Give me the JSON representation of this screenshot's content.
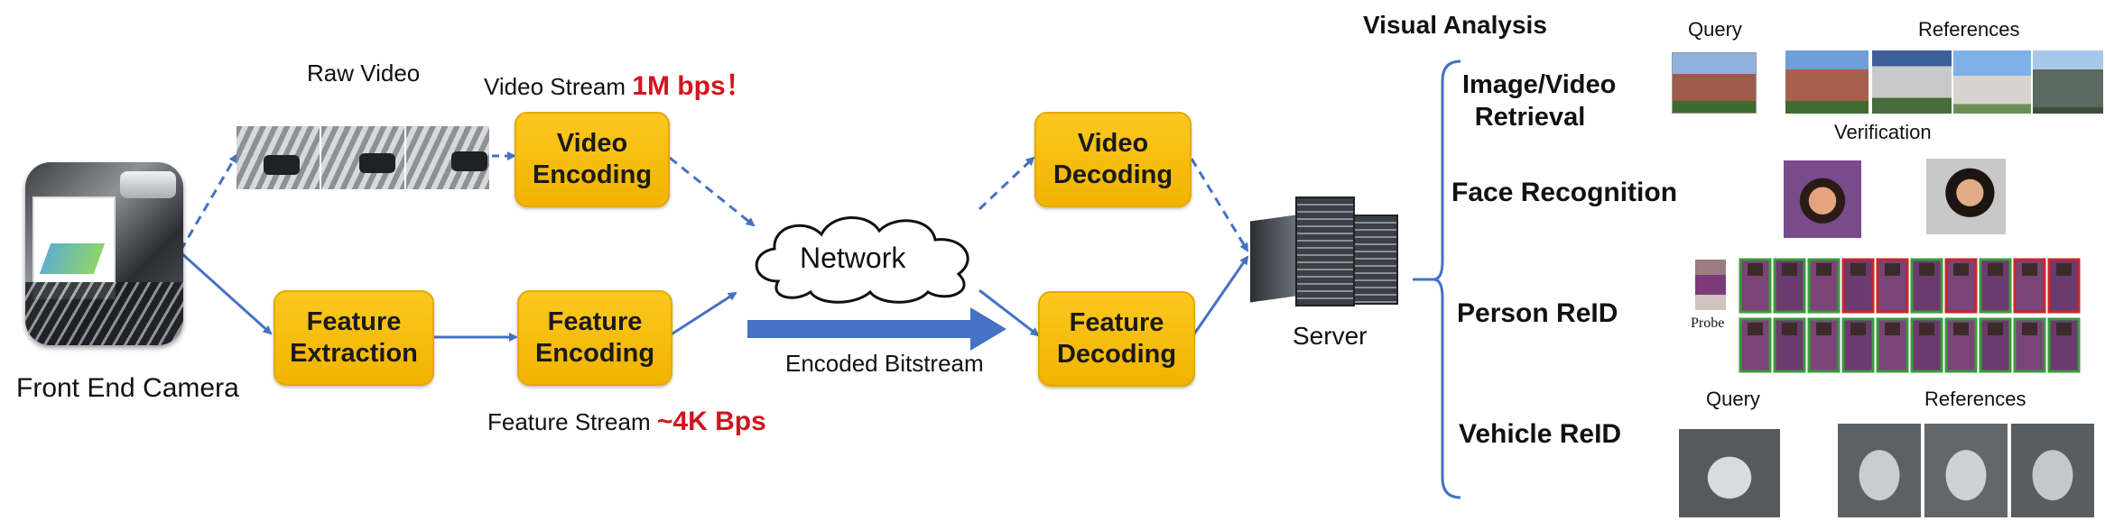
{
  "camera": {
    "label": "Front End Camera"
  },
  "raw_video": {
    "label": "Raw Video"
  },
  "video_stream": {
    "label": "Video Stream",
    "rate": "1M bps！"
  },
  "feature_stream": {
    "label": "Feature Stream",
    "rate": "~4K Bps"
  },
  "boxes": {
    "video_encoding": "Video\nEncoding",
    "video_decoding": "Video\nDecoding",
    "feature_extraction": "Feature\nExtraction",
    "feature_encoding": "Feature\nEncoding",
    "feature_decoding": "Feature\nDecoding"
  },
  "network": {
    "label": "Network"
  },
  "encoded_bitstream": {
    "label": "Encoded Bitstream"
  },
  "server": {
    "label": "Server"
  },
  "visual_analysis": {
    "title": "Visual Analysis",
    "tasks": {
      "retrieval": "Image/Video\nRetrieval",
      "face": "Face Recognition",
      "person": "Person ReID",
      "vehicle": "Vehicle ReID"
    },
    "captions": {
      "query_top": "Query",
      "references_top": "References",
      "verification": "Verification",
      "probe": "Probe",
      "query_bottom": "Query",
      "references_bottom": "References"
    }
  },
  "colors": {
    "box": "#f5b800",
    "arrow": "#4472c4",
    "highlight": "#d2141f"
  }
}
